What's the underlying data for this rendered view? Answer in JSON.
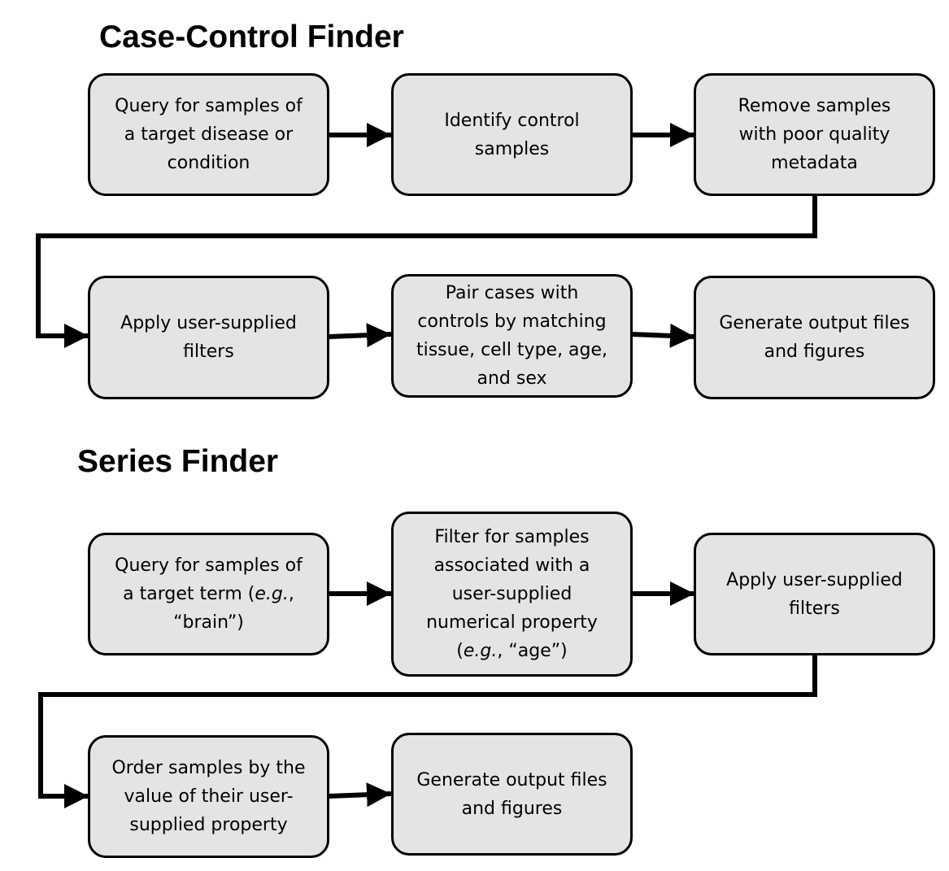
{
  "sections": [
    {
      "title": "Case-Control Finder",
      "steps": [
        {
          "lines": [
            "Query for samples of",
            "a target disease or",
            "condition"
          ]
        },
        {
          "lines": [
            "Identify control",
            "samples"
          ]
        },
        {
          "lines": [
            "Remove samples",
            "with poor quality",
            "metadata"
          ]
        },
        {
          "lines": [
            "Apply user-supplied",
            "filters"
          ]
        },
        {
          "lines": [
            "Pair cases with",
            "controls by matching",
            "tissue, cell type, age,",
            "and sex"
          ]
        },
        {
          "lines": [
            "Generate output files",
            "and figures"
          ]
        }
      ]
    },
    {
      "title": "Series Finder",
      "steps": [
        {
          "lines": [
            "Query for samples of",
            "a target term (e.g.,",
            "“brain”)"
          ]
        },
        {
          "lines": [
            "Filter for samples",
            "associated with a",
            "user-supplied",
            "numerical property",
            "(e.g., “age”)"
          ]
        },
        {
          "lines": [
            "Apply user-supplied",
            "filters"
          ]
        },
        {
          "lines": [
            "Order samples by the",
            "value of their user-",
            "supplied property"
          ]
        },
        {
          "lines": [
            "Generate output files",
            "and figures"
          ]
        }
      ]
    }
  ]
}
